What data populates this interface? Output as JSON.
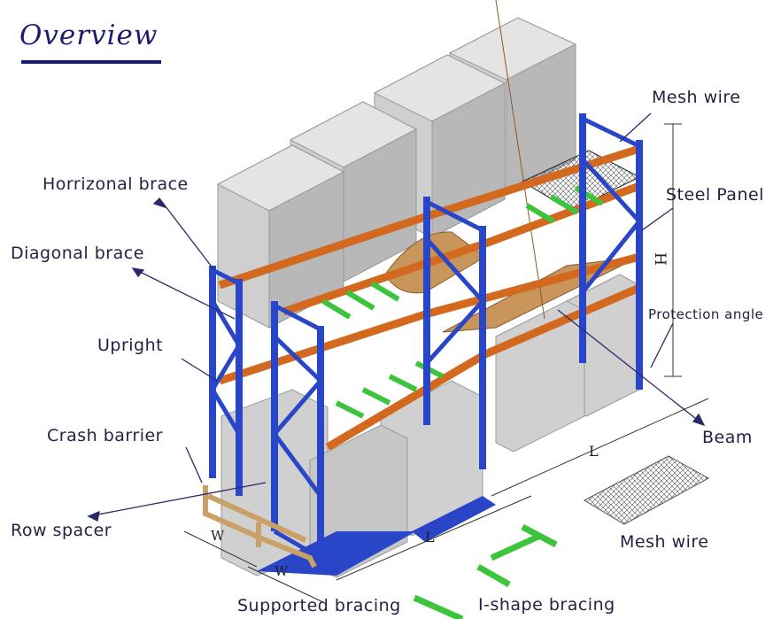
{
  "title": "Overview",
  "labels": {
    "mesh_wire_top": "Mesh wire",
    "steel_panel": "Steel Panel",
    "horizontal_brace": "Horrizonal brace",
    "diagonal_brace": "Diagonal brace",
    "upright": "Upright",
    "protection_angle": "Protection angle",
    "crash_barrier": "Crash barrier",
    "beam": "Beam",
    "row_spacer": "Row spacer",
    "mesh_wire_bottom": "Mesh wire",
    "supported_bracing": "Supported bracing",
    "i_shape_bracing": "I-shape bracing"
  },
  "dimensions": {
    "height": "H",
    "length_1": "L",
    "length_2": "L",
    "width_1": "W",
    "width_2": "W"
  },
  "colors": {
    "upright": "#2a46c8",
    "beam": "#d2691e",
    "support_bar": "#3cc43c",
    "pallet_box": "#d4d4d4",
    "panel": "#c8965a",
    "label_text": "#222244",
    "leader_line": "#2a2a6a"
  }
}
